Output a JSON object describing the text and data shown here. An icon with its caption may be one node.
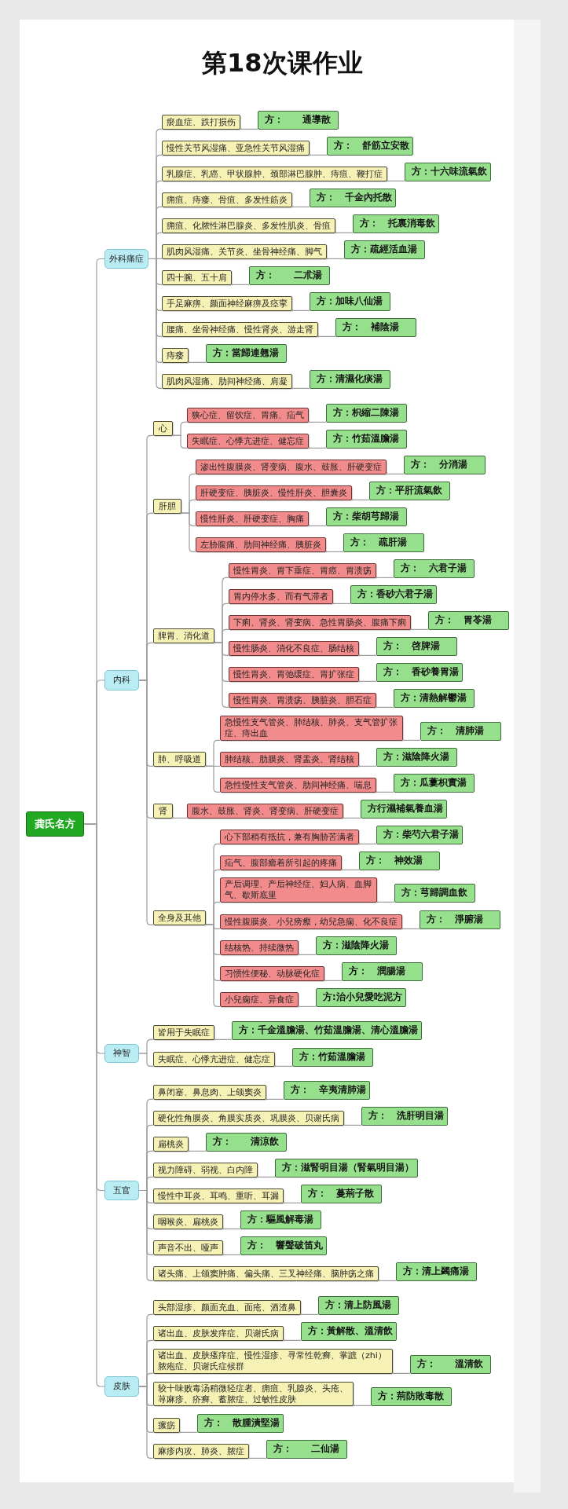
{
  "diagram": {
    "title": "第18次课作业",
    "nodes": [
      {
        "text": [
          "龚氏名方"
        ]
      },
      {
        "text": [
          "外科痛症"
        ]
      },
      {
        "text": [
          "瘀血症、跌打损伤"
        ]
      },
      {
        "text": [
          "方：　　通導散"
        ]
      },
      {
        "text": [
          "慢性关节风湿痛、亚急性关节风湿痛"
        ]
      },
      {
        "text": [
          "方：　舒筋立安散"
        ]
      },
      {
        "text": [
          "乳腺症、乳癌、甲状腺肿、颈部淋巴腺肿、痔疽、鞭打症"
        ]
      },
      {
        "text": [
          "方：十六味流氣飲"
        ]
      },
      {
        "text": [
          "痈疽、痔瘘、骨疽、多发性筋炎"
        ]
      },
      {
        "text": [
          "方：　千金內托散"
        ]
      },
      {
        "text": [
          "痈疽、化脓性淋巴腺炎、多发性肌炎、骨疽"
        ]
      },
      {
        "text": [
          "方：　托裏消毒飲"
        ]
      },
      {
        "text": [
          "肌肉风湿痛、关节炎、坐骨神经痛、脚气"
        ]
      },
      {
        "text": [
          "方：疏經活血湯"
        ]
      },
      {
        "text": [
          "四十腕、五十肩"
        ]
      },
      {
        "text": [
          "方：　　二朮湯"
        ]
      },
      {
        "text": [
          "手足麻痹、颜面神经麻痹及痉挛"
        ]
      },
      {
        "text": [
          "方：加味八仙湯"
        ]
      },
      {
        "text": [
          "腰痛、坐骨神经痛、慢性肾炎、游走肾"
        ]
      },
      {
        "text": [
          "方：　補陰湯"
        ]
      },
      {
        "text": [
          "痔瘘"
        ]
      },
      {
        "text": [
          "方：當歸連翹湯"
        ]
      },
      {
        "text": [
          "肌肉风湿痛、肋间神经痛、肩凝"
        ]
      },
      {
        "text": [
          "方：清濕化痰湯"
        ]
      },
      {
        "text": [
          "内科"
        ]
      },
      {
        "text": [
          "心"
        ]
      },
      {
        "text": [
          "狭心症、留饮症、胃痛、疝气"
        ]
      },
      {
        "text": [
          "方：枳縮二陳湯"
        ]
      },
      {
        "text": [
          "失眠症、心悸亢进症、健忘症"
        ]
      },
      {
        "text": [
          "方：竹茹溫膽湯"
        ]
      },
      {
        "text": [
          "肝胆"
        ]
      },
      {
        "text": [
          "渗出性腹膜炎、肾变病、腹水、鼓胀、肝硬变症"
        ]
      },
      {
        "text": [
          "方：　分消湯"
        ]
      },
      {
        "text": [
          "肝硬变症、胰脏炎、慢性肝炎、胆囊炎"
        ]
      },
      {
        "text": [
          "方：平肝流氣飲"
        ]
      },
      {
        "text": [
          "慢性肝炎、肝硬变症、胸痛"
        ]
      },
      {
        "text": [
          "方：柴胡芎歸湯"
        ]
      },
      {
        "text": [
          "左胁腹痛、肋间神经痛、胰脏炎"
        ]
      },
      {
        "text": [
          "方：　疏肝湯"
        ]
      },
      {
        "text": [
          "脾胃、消化道"
        ]
      },
      {
        "text": [
          "慢性胃炎、胃下垂症、胃癌、胃溃疡"
        ]
      },
      {
        "text": [
          "方：　六君子湯"
        ]
      },
      {
        "text": [
          "胃内停水多、而有气滞者"
        ]
      },
      {
        "text": [
          "方：香砂六君子湯"
        ]
      },
      {
        "text": [
          "下痢、肾炎、肾变病、急性胃肠炎、腹痛下痢"
        ]
      },
      {
        "text": [
          "方：　胃苓湯"
        ]
      },
      {
        "text": [
          "慢性肠炎、消化不良症、肠结核"
        ]
      },
      {
        "text": [
          "方：　啓脾湯"
        ]
      },
      {
        "text": [
          "慢性胃炎、胃弛缓症、胃扩张症"
        ]
      },
      {
        "text": [
          "方：　香砂養胃湯"
        ]
      },
      {
        "text": [
          "慢性胃炎、胃溃疡、胰脏炎、胆石症"
        ]
      },
      {
        "text": [
          "方：清熱解鬱湯"
        ]
      },
      {
        "text": [
          "肺、呼吸道"
        ]
      },
      {
        "text": [
          "急慢性支气管炎、肺结核、肺炎、支气管扩张症、痔出血"
        ]
      },
      {
        "text": [
          "方：　清肺湯"
        ]
      },
      {
        "text": [
          "肺结核、肋膜炎、肾盂炎、肾结核"
        ]
      },
      {
        "text": [
          "方：滋陰降火湯"
        ]
      },
      {
        "text": [
          "急性慢性支气管炎、肋间神经痛、喘息"
        ]
      },
      {
        "text": [
          "方：瓜蔞枳實湯"
        ]
      },
      {
        "text": [
          "肾"
        ]
      },
      {
        "text": [
          "腹水、鼓胀、肾炎、肾变病、肝硬变症"
        ]
      },
      {
        "text": [
          "方行濕補氣養血湯"
        ]
      },
      {
        "text": [
          "全身及其他"
        ]
      },
      {
        "text": [
          "心下部稍有抵抗，兼有胸胁苦满者"
        ]
      },
      {
        "text": [
          "方：柴芍六君子湯"
        ]
      },
      {
        "text": [
          "疝气、腹部癒着所引起的疼痛"
        ]
      },
      {
        "text": [
          "方：　神效湯"
        ]
      },
      {
        "text": [
          "产后调理、产后神经症、妇人病、血脚气、歇斯底里"
        ]
      },
      {
        "text": [
          "方：芎歸調血飲"
        ]
      },
      {
        "text": [
          "慢性腹膜炎、小兒痨瘵，幼兒急痫、化不良症"
        ]
      },
      {
        "text": [
          "方：　淨腑湯"
        ]
      },
      {
        "text": [
          "结核热、持续微热"
        ]
      },
      {
        "text": [
          "方：滋陰降火湯"
        ]
      },
      {
        "text": [
          "习惯性便秘、动脉硬化症"
        ]
      },
      {
        "text": [
          "方：　潤腸湯"
        ]
      },
      {
        "text": [
          "小兒痫症、异食症"
        ]
      },
      {
        "text": [
          "方:治小兒愛吃泥方"
        ]
      },
      {
        "text": [
          "神智"
        ]
      },
      {
        "text": [
          "皆用于失眠症"
        ]
      },
      {
        "text": [
          "方：千金溫膽湯、竹茹溫膽湯、清心溫膽湯"
        ]
      },
      {
        "text": [
          "失眠症、心悸亢进症、健忘症"
        ]
      },
      {
        "text": [
          "方：竹茹溫膽湯"
        ]
      },
      {
        "text": [
          "五官"
        ]
      },
      {
        "text": [
          "鼻闭塞、鼻息肉、上颌窦炎"
        ]
      },
      {
        "text": [
          "方：　辛夷清肺湯"
        ]
      },
      {
        "text": [
          "硬化性角膜炎、角膜实质炎、巩膜炎、贝谢氏病"
        ]
      },
      {
        "text": [
          "方：　洗肝明目湯"
        ]
      },
      {
        "text": [
          "扁桃炎"
        ]
      },
      {
        "text": [
          "方：　　清涼飲"
        ]
      },
      {
        "text": [
          "视力障碍、弱视、白内障"
        ]
      },
      {
        "text": [
          "方：滋腎明目湯（腎氣明目湯）"
        ]
      },
      {
        "text": [
          "慢性中耳炎、耳鸣、重听、耳漏"
        ]
      },
      {
        "text": [
          "方：　蔓荊子散"
        ]
      },
      {
        "text": [
          "咽喉炎、扁桃炎"
        ]
      },
      {
        "text": [
          "方：驅風解毒湯"
        ]
      },
      {
        "text": [
          "声音不出、哑声"
        ]
      },
      {
        "text": [
          "方：　響聲破笛丸"
        ]
      },
      {
        "text": [
          "诸头痛、上颌窦肿痛、偏头痛、三叉神经痛、脑肿疡之痛"
        ]
      },
      {
        "text": [
          "方：清上蠲痛湯"
        ]
      },
      {
        "text": [
          "皮肤"
        ]
      },
      {
        "text": [
          "头部湿疹、颜面充血、面疮、酒渣鼻"
        ]
      },
      {
        "text": [
          "方：清上防風湯"
        ]
      },
      {
        "text": [
          "诸出血、皮肤发痒症、贝谢氏病"
        ]
      },
      {
        "text": [
          "方：黃解散、溫清飲"
        ]
      },
      {
        "text": [
          "诸出血、皮肤瘙痒症、慢性湿疹、寻常性乾癣、掌蹠（zhi）脓疱症、贝谢氏症候群"
        ]
      },
      {
        "text": [
          "方：　　溫清飲"
        ]
      },
      {
        "text": [
          "较十味败毒汤稍微轻症者、痈疽、乳腺炎、头疮、荨麻疹、疥癣、蓄脓症、过敏性皮肤"
        ]
      },
      {
        "text": [
          "方：荊防敗毒散"
        ]
      },
      {
        "text": [
          "瘰疬"
        ]
      },
      {
        "text": [
          "方：　散腫潰堅湯"
        ]
      },
      {
        "text": [
          "麻疹内攻、肺炎、脓症"
        ]
      },
      {
        "text": [
          "方：　　二仙湯"
        ]
      }
    ],
    "edges": [
      {
        "from": 0,
        "to": 1,
        "arrow": "none"
      },
      {
        "from": 1,
        "to": 2,
        "arrow": "none"
      },
      {
        "from": 2,
        "to": 3,
        "arrow": "none"
      },
      {
        "from": 1,
        "to": 4,
        "arrow": "none"
      },
      {
        "from": 4,
        "to": 5,
        "arrow": "none"
      },
      {
        "from": 1,
        "to": 6,
        "arrow": "none"
      },
      {
        "from": 6,
        "to": 7,
        "arrow": "none"
      },
      {
        "from": 1,
        "to": 8,
        "arrow": "none"
      },
      {
        "from": 8,
        "to": 9,
        "arrow": "none"
      },
      {
        "from": 1,
        "to": 10,
        "arrow": "none"
      },
      {
        "from": 10,
        "to": 11,
        "arrow": "none"
      },
      {
        "from": 1,
        "to": 12,
        "arrow": "none"
      },
      {
        "from": 12,
        "to": 13,
        "arrow": "none"
      },
      {
        "from": 1,
        "to": 14,
        "arrow": "none"
      },
      {
        "from": 14,
        "to": 15,
        "arrow": "none"
      },
      {
        "from": 1,
        "to": 16,
        "arrow": "none"
      },
      {
        "from": 16,
        "to": 17,
        "arrow": "none"
      },
      {
        "from": 1,
        "to": 18,
        "arrow": "none"
      },
      {
        "from": 18,
        "to": 19,
        "arrow": "none"
      },
      {
        "from": 1,
        "to": 20,
        "arrow": "none"
      },
      {
        "from": 20,
        "to": 21,
        "arrow": "none"
      },
      {
        "from": 1,
        "to": 22,
        "arrow": "none"
      },
      {
        "from": 22,
        "to": 23,
        "arrow": "none"
      },
      {
        "from": 0,
        "to": 24,
        "arrow": "none"
      },
      {
        "from": 24,
        "to": 25,
        "arrow": "none"
      },
      {
        "from": 25,
        "to": 26,
        "arrow": "none"
      },
      {
        "from": 26,
        "to": 27,
        "arrow": "none"
      },
      {
        "from": 25,
        "to": 28,
        "arrow": "none"
      },
      {
        "from": 28,
        "to": 29,
        "arrow": "none"
      },
      {
        "from": 24,
        "to": 30,
        "arrow": "none"
      },
      {
        "from": 30,
        "to": 31,
        "arrow": "none"
      },
      {
        "from": 31,
        "to": 32,
        "arrow": "none"
      },
      {
        "from": 30,
        "to": 33,
        "arrow": "none"
      },
      {
        "from": 33,
        "to": 34,
        "arrow": "none"
      },
      {
        "from": 30,
        "to": 35,
        "arrow": "none"
      },
      {
        "from": 35,
        "to": 36,
        "arrow": "none"
      },
      {
        "from": 30,
        "to": 37,
        "arrow": "none"
      },
      {
        "from": 37,
        "to": 38,
        "arrow": "none"
      },
      {
        "from": 24,
        "to": 39,
        "arrow": "none"
      },
      {
        "from": 39,
        "to": 40,
        "arrow": "none"
      },
      {
        "from": 40,
        "to": 41,
        "arrow": "none"
      },
      {
        "from": 39,
        "to": 42,
        "arrow": "none"
      },
      {
        "from": 42,
        "to": 43,
        "arrow": "none"
      },
      {
        "from": 39,
        "to": 44,
        "arrow": "none"
      },
      {
        "from": 44,
        "to": 45,
        "arrow": "none"
      },
      {
        "from": 39,
        "to": 46,
        "arrow": "none"
      },
      {
        "from": 46,
        "to": 47,
        "arrow": "none"
      },
      {
        "from": 39,
        "to": 48,
        "arrow": "none"
      },
      {
        "from": 48,
        "to": 49,
        "arrow": "none"
      },
      {
        "from": 39,
        "to": 50,
        "arrow": "none"
      },
      {
        "from": 50,
        "to": 51,
        "arrow": "none"
      },
      {
        "from": 24,
        "to": 52,
        "arrow": "none"
      },
      {
        "from": 52,
        "to": 53,
        "arrow": "none"
      },
      {
        "from": 53,
        "to": 54,
        "arrow": "none"
      },
      {
        "from": 52,
        "to": 55,
        "arrow": "none"
      },
      {
        "from": 55,
        "to": 56,
        "arrow": "none"
      },
      {
        "from": 52,
        "to": 57,
        "arrow": "none"
      },
      {
        "from": 57,
        "to": 58,
        "arrow": "none"
      },
      {
        "from": 24,
        "to": 59,
        "arrow": "none"
      },
      {
        "from": 59,
        "to": 60,
        "arrow": "none"
      },
      {
        "from": 60,
        "to": 61,
        "arrow": "none"
      },
      {
        "from": 24,
        "to": 62,
        "arrow": "none"
      },
      {
        "from": 62,
        "to": 63,
        "arrow": "none"
      },
      {
        "from": 63,
        "to": 64,
        "arrow": "none"
      },
      {
        "from": 62,
        "to": 65,
        "arrow": "none"
      },
      {
        "from": 65,
        "to": 66,
        "arrow": "none"
      },
      {
        "from": 62,
        "to": 67,
        "arrow": "none"
      },
      {
        "from": 67,
        "to": 68,
        "arrow": "none"
      },
      {
        "from": 62,
        "to": 69,
        "arrow": "none"
      },
      {
        "from": 69,
        "to": 70,
        "arrow": "none"
      },
      {
        "from": 62,
        "to": 71,
        "arrow": "none"
      },
      {
        "from": 71,
        "to": 72,
        "arrow": "none"
      },
      {
        "from": 62,
        "to": 73,
        "arrow": "none"
      },
      {
        "from": 73,
        "to": 74,
        "arrow": "none"
      },
      {
        "from": 62,
        "to": 75,
        "arrow": "none"
      },
      {
        "from": 75,
        "to": 76,
        "arrow": "none"
      },
      {
        "from": 0,
        "to": 77,
        "arrow": "none"
      },
      {
        "from": 77,
        "to": 78,
        "arrow": "none"
      },
      {
        "from": 78,
        "to": 79,
        "arrow": "none"
      },
      {
        "from": 77,
        "to": 80,
        "arrow": "none"
      },
      {
        "from": 80,
        "to": 81,
        "arrow": "none"
      },
      {
        "from": 0,
        "to": 82,
        "arrow": "none"
      },
      {
        "from": 82,
        "to": 83,
        "arrow": "none"
      },
      {
        "from": 83,
        "to": 84,
        "arrow": "none"
      },
      {
        "from": 82,
        "to": 85,
        "arrow": "none"
      },
      {
        "from": 85,
        "to": 86,
        "arrow": "none"
      },
      {
        "from": 82,
        "to": 87,
        "arrow": "none"
      },
      {
        "from": 87,
        "to": 88,
        "arrow": "none"
      },
      {
        "from": 82,
        "to": 89,
        "arrow": "none"
      },
      {
        "from": 89,
        "to": 90,
        "arrow": "none"
      },
      {
        "from": 82,
        "to": 91,
        "arrow": "none"
      },
      {
        "from": 91,
        "to": 92,
        "arrow": "none"
      },
      {
        "from": 82,
        "to": 93,
        "arrow": "none"
      },
      {
        "from": 93,
        "to": 94,
        "arrow": "none"
      },
      {
        "from": 82,
        "to": 95,
        "arrow": "none"
      },
      {
        "from": 95,
        "to": 96,
        "arrow": "none"
      },
      {
        "from": 82,
        "to": 97,
        "arrow": "none"
      },
      {
        "from": 97,
        "to": 98,
        "arrow": "none"
      },
      {
        "from": 0,
        "to": 99,
        "arrow": "none"
      },
      {
        "from": 99,
        "to": 100,
        "arrow": "none"
      },
      {
        "from": 100,
        "to": 101,
        "arrow": "none"
      },
      {
        "from": 99,
        "to": 102,
        "arrow": "none"
      },
      {
        "from": 102,
        "to": 103,
        "arrow": "none"
      },
      {
        "from": 99,
        "to": 104,
        "arrow": "none"
      },
      {
        "from": 104,
        "to": 105,
        "arrow": "none"
      },
      {
        "from": 99,
        "to": 106,
        "arrow": "none"
      },
      {
        "from": 106,
        "to": 107,
        "arrow": "none"
      },
      {
        "from": 99,
        "to": 108,
        "arrow": "none"
      },
      {
        "from": 108,
        "to": 109,
        "arrow": "none"
      },
      {
        "from": 99,
        "to": 110,
        "arrow": "none"
      },
      {
        "from": 110,
        "to": 111,
        "arrow": "none"
      }
    ]
  }
}
